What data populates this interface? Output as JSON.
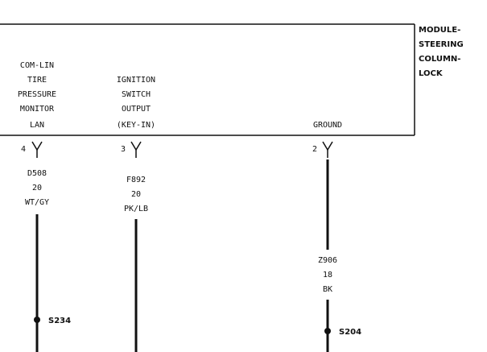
{
  "module": {
    "title_lines": [
      "MODULE-",
      "STEERING",
      "COLUMN-",
      "LOCK"
    ]
  },
  "pins": [
    {
      "function_lines": [
        "COM-LIN",
        "TIRE",
        "PRESSURE",
        "MONITOR",
        "LAN"
      ],
      "number": "4",
      "wire_lines": [
        "D508",
        "20",
        "WT/GY"
      ],
      "splice": "S234"
    },
    {
      "function_lines": [
        "IGNITION",
        "SWITCH",
        "OUTPUT",
        "(KEY-IN)"
      ],
      "number": "3",
      "wire_lines": [
        "F892",
        "20",
        "PK/LB"
      ]
    },
    {
      "function_lines": [
        "GROUND"
      ],
      "number": "2",
      "wire_lines": [
        "Z906",
        "18",
        "BK"
      ],
      "splice": "S204"
    }
  ],
  "colors": {
    "line": "#111111",
    "background": "#ffffff"
  }
}
